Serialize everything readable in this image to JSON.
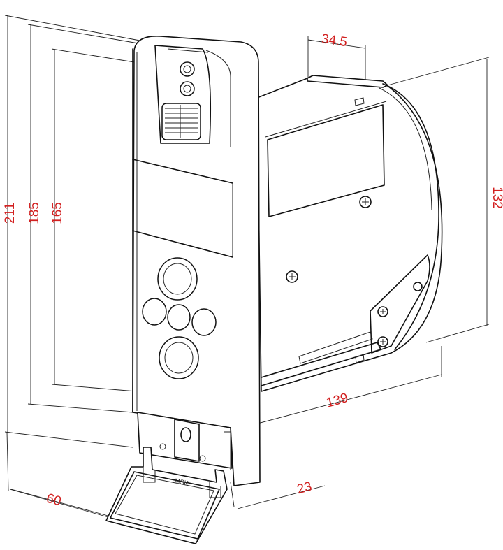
{
  "dimensions": {
    "width_top": "34.5",
    "height_right": "132",
    "height_overall": "211",
    "height_mid": "185",
    "height_inner": "165",
    "depth": "139",
    "front_offset": "23",
    "width_front": "60"
  },
  "marks": {
    "brand_stamp": "MSK"
  },
  "colors": {
    "dimension_text": "#d22020",
    "line": "#111111",
    "background": "#ffffff"
  }
}
